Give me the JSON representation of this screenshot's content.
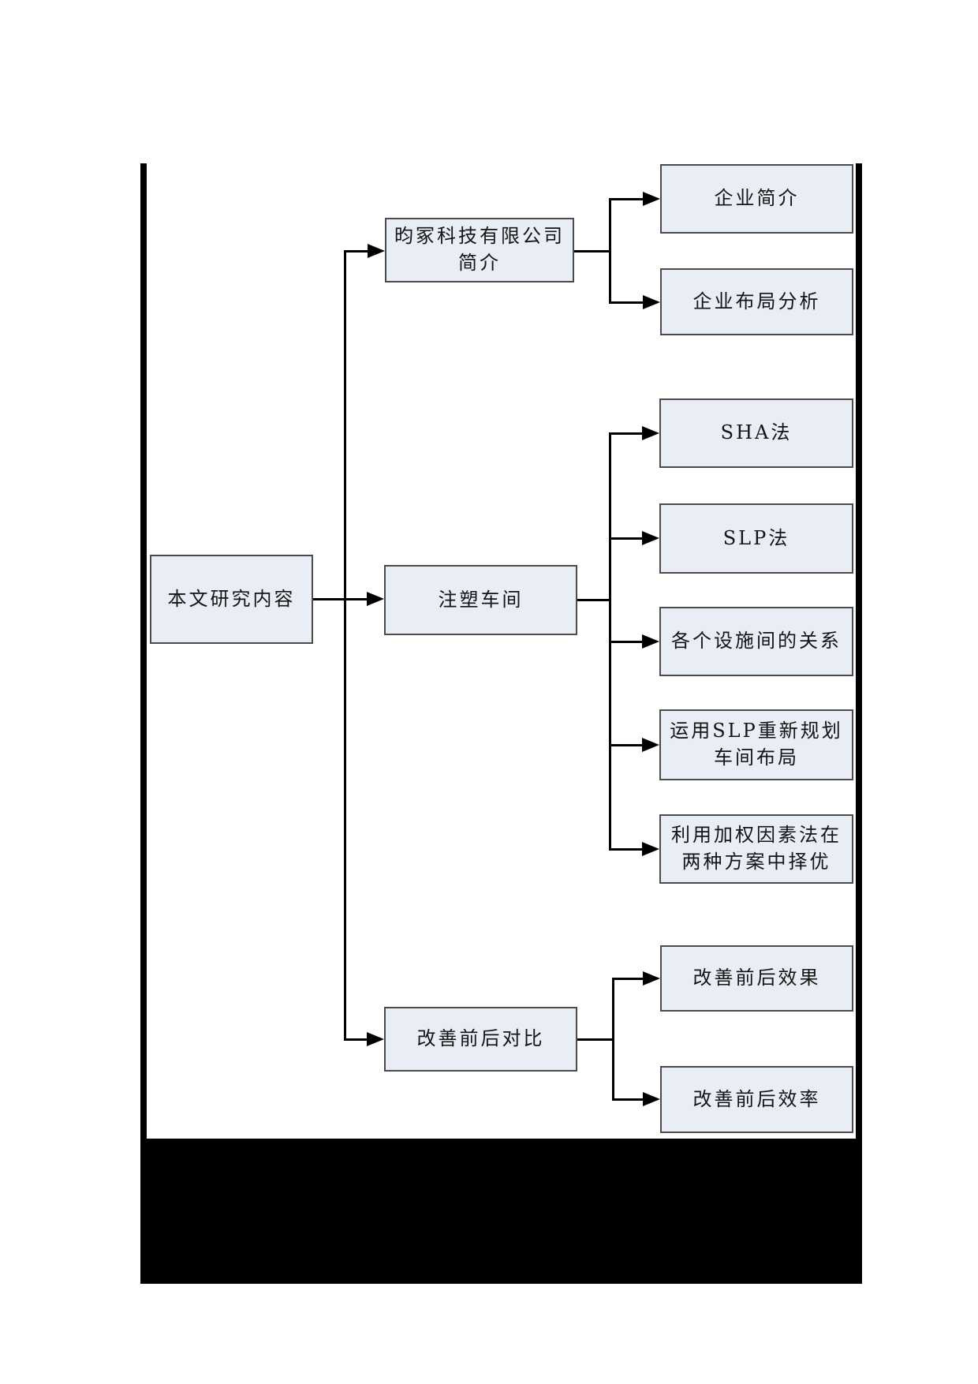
{
  "diagram": {
    "nodes": {
      "root": {
        "label": "本文研究内容"
      },
      "company": {
        "label": "昀冢科技有限公司\n简介"
      },
      "workshop": {
        "label": "注塑车间"
      },
      "compare": {
        "label": "改善前后对比"
      },
      "company_profile": {
        "label": "企业简介"
      },
      "company_layout": {
        "label": "企业布局分析"
      },
      "sha": {
        "label": "SHA法"
      },
      "slp": {
        "label": "SLP法"
      },
      "facility_relations": {
        "label": "各个设施间的关系"
      },
      "slp_replan": {
        "label": "运用SLP重新规划\n车间布局"
      },
      "weighted_factor": {
        "label": "利用加权因素法在\n两种方案中择优"
      },
      "effect": {
        "label": "改善前后效果"
      },
      "efficiency": {
        "label": "改善前后效率"
      }
    },
    "colors": {
      "node_fill": "#e9edf6",
      "node_border": "#4b4b4b",
      "connector": "#000000",
      "scan_edge": "#000000"
    }
  }
}
